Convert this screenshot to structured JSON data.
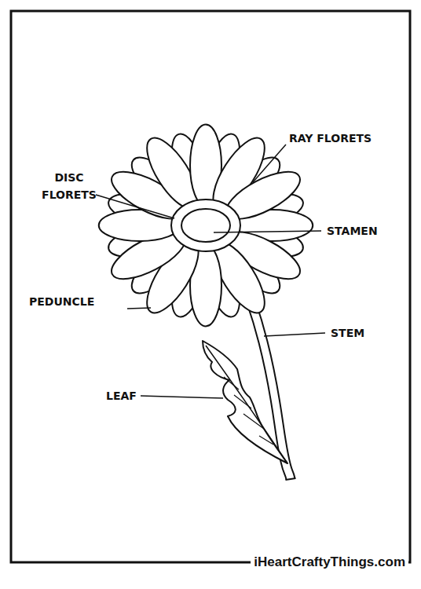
{
  "diagram": {
    "labels": [
      "RAY FLORETS",
      "DISC FLORETS",
      "STAMEN",
      "PEDUNCLE",
      "STEM",
      "LEAF",
      "iHeartCraftyThings.com"
    ]
  }
}
